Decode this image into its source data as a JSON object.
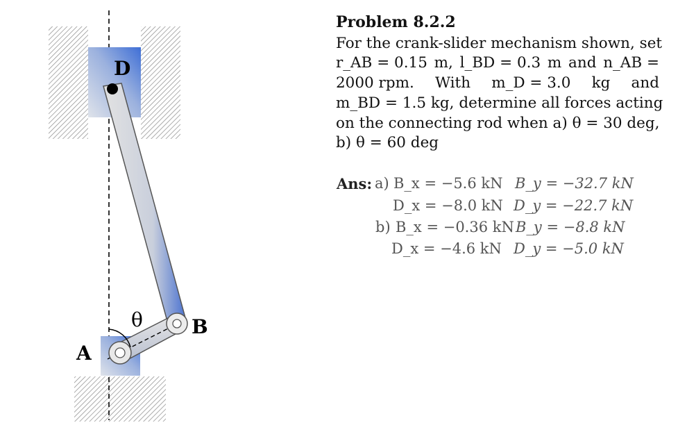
{
  "figure": {
    "point_labels": {
      "A": "A",
      "B": "B",
      "D": "D"
    },
    "angle_label": "θ"
  },
  "problem": {
    "title": "Problem 8.2.2",
    "lines": [
      [
        "For the crank-slider mechanism shown, set"
      ],
      [
        "r_AB = 0.15",
        "m,",
        "l_BD = 0.3",
        "m",
        "and",
        "n_AB ="
      ],
      [
        "2000 rpm.",
        "With",
        "m_D = 3.0",
        "kg",
        "and"
      ],
      [
        "m_BD = 1.5 kg, determine all forces acting"
      ],
      [
        "on the connecting rod when a) θ = 30 deg,"
      ],
      [
        "b) θ = 60 deg"
      ]
    ]
  },
  "answers": {
    "label": "Ans:",
    "a_prefix": "a)",
    "b_prefix": "b)",
    "a_Bx": "B_x = −5.6  kN",
    "a_By": "B_y = −32.7 kN",
    "a_Dx": "D_x = −8.0 kN",
    "a_Dy": "D_y = −22.7 kN",
    "b_Bx": "B_x = −0.36  kN",
    "b_By": "B_y = −8.8 kN",
    "b_Dx": "D_x = −4.6 kN",
    "b_Dy": "D_y = −5.0 kN"
  }
}
